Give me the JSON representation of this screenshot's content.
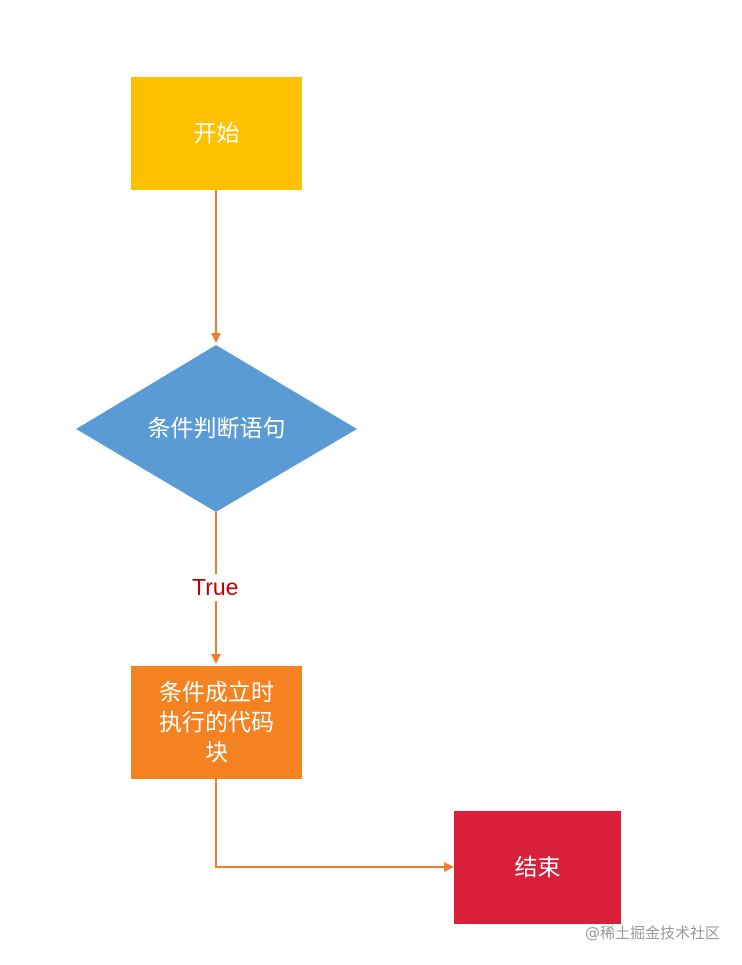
{
  "diagram": {
    "nodes": {
      "start": {
        "label": "开始",
        "shape": "rectangle",
        "color": "#FFC000"
      },
      "condition": {
        "label": "条件判断语句",
        "shape": "diamond",
        "color": "#5B9BD5"
      },
      "code_block": {
        "label_lines": [
          "条件成立时",
          "执行的代码",
          "块"
        ],
        "shape": "rectangle",
        "color": "#F58220"
      },
      "end": {
        "label": "结束",
        "shape": "rectangle",
        "color": "#D91F3A"
      }
    },
    "edges": [
      {
        "from": "start",
        "to": "condition",
        "label": ""
      },
      {
        "from": "condition",
        "to": "code_block",
        "label": "True"
      },
      {
        "from": "code_block",
        "to": "end",
        "label": ""
      }
    ],
    "edge_color": "#ED7D31",
    "edge_label_color": "#C00000"
  },
  "watermark": "@稀土掘金技术社区"
}
